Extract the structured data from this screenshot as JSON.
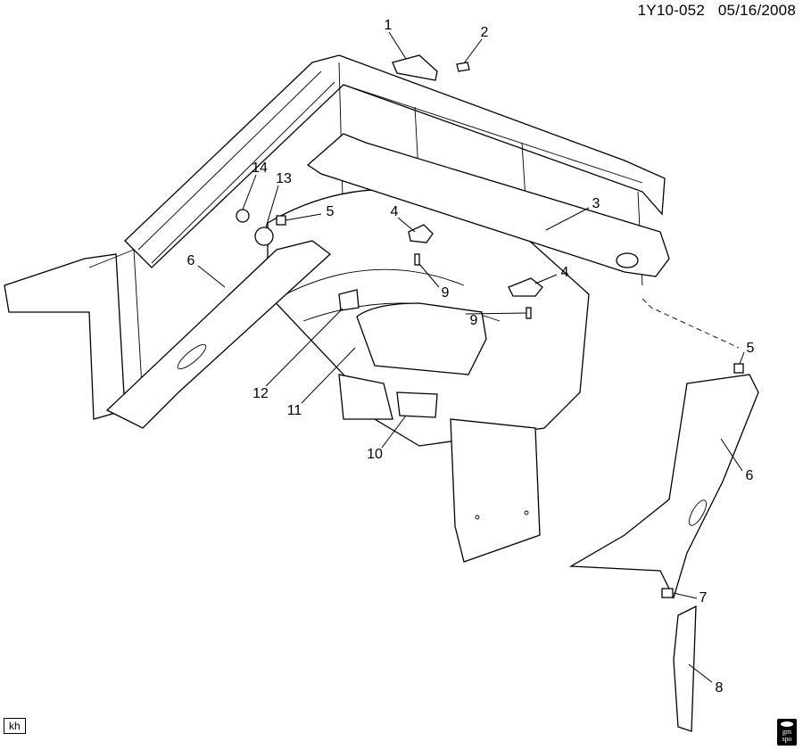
{
  "header": {
    "diagram_code": "1Y10-052",
    "date": "05/16/2008"
  },
  "callouts": [
    "1",
    "2",
    "3",
    "4",
    "4",
    "5",
    "5",
    "6",
    "6",
    "7",
    "8",
    "9",
    "9",
    "10",
    "11",
    "12",
    "13",
    "14"
  ],
  "footer": {
    "artist_initials": "kh",
    "logo_text": "gm spo"
  }
}
